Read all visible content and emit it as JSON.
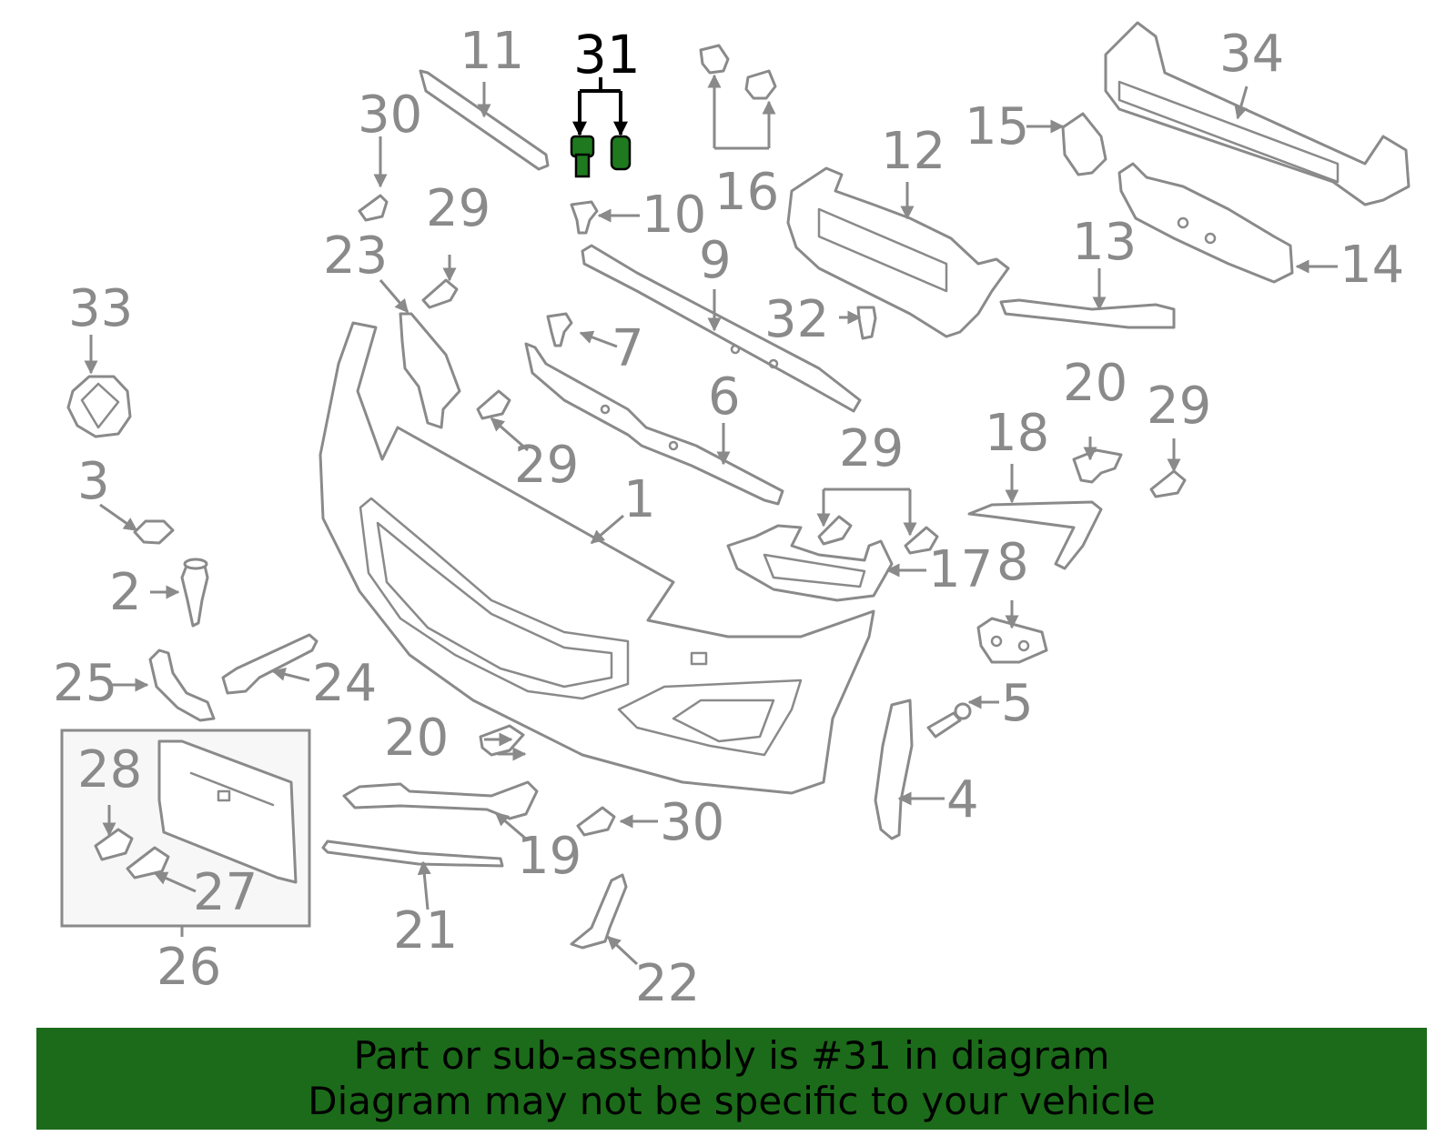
{
  "colors": {
    "part_outline": "#8a8a8a",
    "highlight_part": "#1f7a1f",
    "highlight_label": "#000000",
    "banner_background": "#1c6b1a",
    "banner_text": "#000000"
  },
  "highlighted_callout": "31",
  "callouts": {
    "c1": "1",
    "c2": "2",
    "c3": "3",
    "c4": "4",
    "c5": "5",
    "c6": "6",
    "c7": "7",
    "c8": "8",
    "c9": "9",
    "c10": "10",
    "c11": "11",
    "c12": "12",
    "c13": "13",
    "c14": "14",
    "c15": "15",
    "c16": "16",
    "c17": "17",
    "c18": "18",
    "c19": "19",
    "c20a": "20",
    "c20b": "20",
    "c21": "21",
    "c22": "22",
    "c23": "23",
    "c24": "24",
    "c25": "25",
    "c26": "26",
    "c27": "27",
    "c28": "28",
    "c29a": "29",
    "c29b": "29",
    "c29c": "29",
    "c29d": "29",
    "c30a": "30",
    "c30b": "30",
    "c31": "31",
    "c32": "32",
    "c33": "33",
    "c34": "34"
  },
  "banner": {
    "line1": "Part or sub-assembly is #31 in diagram",
    "line2": "Diagram may not be specific to your vehicle"
  }
}
